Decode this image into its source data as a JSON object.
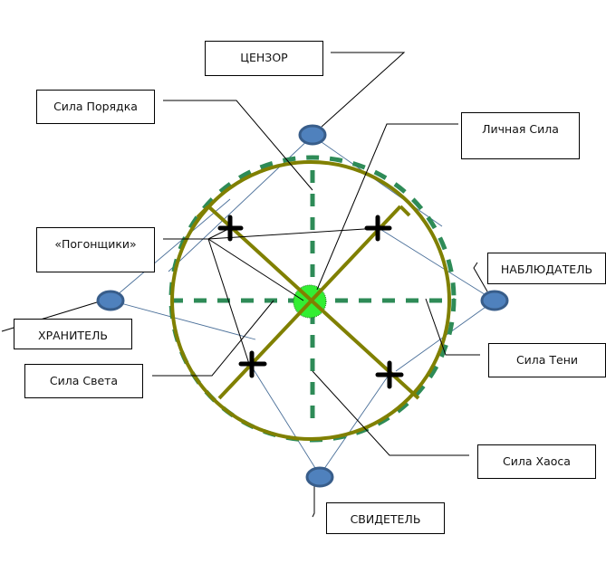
{
  "labels": {
    "censor": "ЦЕНЗОР",
    "order_force": "Сила Порядка",
    "personal_force": "Личная Сила",
    "drivers": "«Погонщики»",
    "observer": "НАБЛЮДАТЕЛЬ",
    "keeper": "ХРАНИТЕЛЬ",
    "light_force": "Сила Света",
    "shadow_force": "Сила Тени",
    "chaos_force": "Сила Хаоса",
    "witness": "СВИДЕТЕЛЬ"
  },
  "colors": {
    "circle": "#808000",
    "dashed": "#2e8b57",
    "node_fill": "#4f81bd",
    "node_stroke": "#385d8a",
    "center_fill": "#33ee33",
    "thin_line": "#4a6f99",
    "leader": "#000000"
  },
  "nodes": [
    "censor-node",
    "observer-node",
    "keeper-node",
    "witness-node",
    "center-node"
  ],
  "markers": [
    "cross-top-left",
    "cross-top-right",
    "cross-bottom-left",
    "cross-bottom-right"
  ]
}
